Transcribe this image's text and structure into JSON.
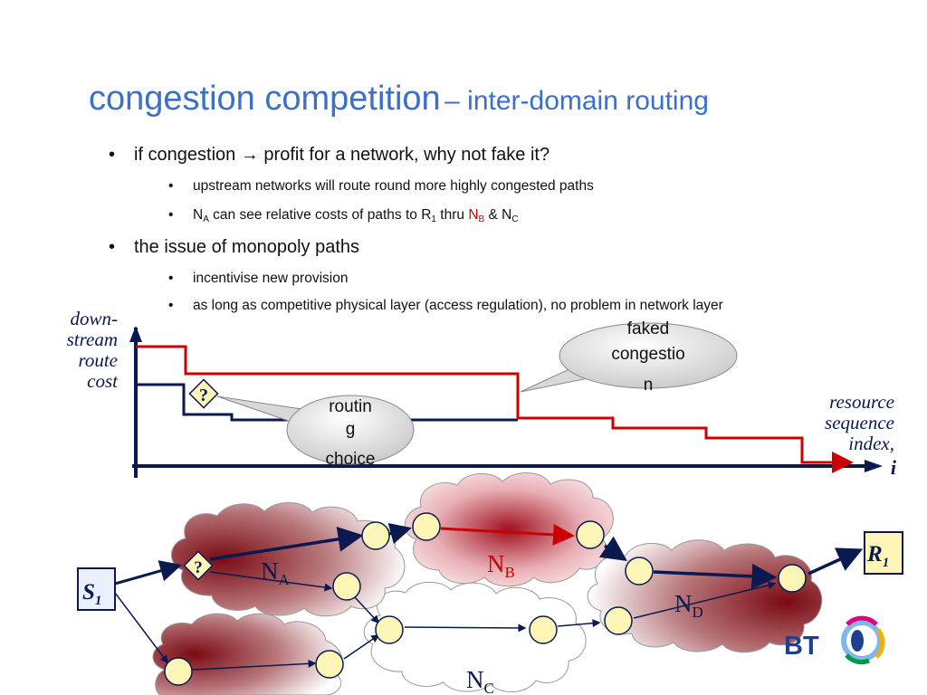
{
  "title": {
    "main": "congestion competition",
    "sub": "– inter-domain routing"
  },
  "bullets": [
    {
      "text": "if congestion → profit for a network, why not fake it?",
      "sub": [
        {
          "text": "upstream networks will route round more highly congested paths"
        },
        {
          "na": "N",
          "na_sub": "A",
          "mid1": " can see relative costs of paths to R",
          "r_sub": "1",
          "mid2": " thru ",
          "nb": "N",
          "nb_sub": "B",
          "mid3": " & N",
          "nc_sub": "C"
        }
      ]
    },
    {
      "text": "the issue of monopoly paths",
      "sub": [
        {
          "text": "incentivise new provision"
        },
        {
          "text": "as long as competitive physical layer (access regulation), no problem in network layer"
        }
      ]
    }
  ],
  "bullet_glyph": "•",
  "chart": {
    "y_label": [
      "down-",
      "stream",
      "route",
      "cost"
    ],
    "x_label": [
      "resource",
      "sequence",
      "index,"
    ],
    "x_var": "i",
    "question_mark": "?",
    "callout_faked": [
      "faked",
      "congestio",
      "n"
    ],
    "callout_routing": [
      "routin",
      "g",
      "choice"
    ]
  },
  "network": {
    "source": "S",
    "source_sub": "1",
    "receiver": "R",
    "receiver_sub": "1",
    "question_mark": "?",
    "na": "N",
    "na_sub": "A",
    "nb": "N",
    "nb_sub": "B",
    "nc": "N",
    "nc_sub": "C",
    "nd": "N",
    "nd_sub": "D"
  },
  "logo": {
    "text": "BT"
  },
  "colors": {
    "title": "#3a6fcb",
    "congested_red": "#cc0000",
    "navy": "#0a1a50",
    "node_fill": "#fdf6b6",
    "cloud_dark": "#7a0a12"
  }
}
